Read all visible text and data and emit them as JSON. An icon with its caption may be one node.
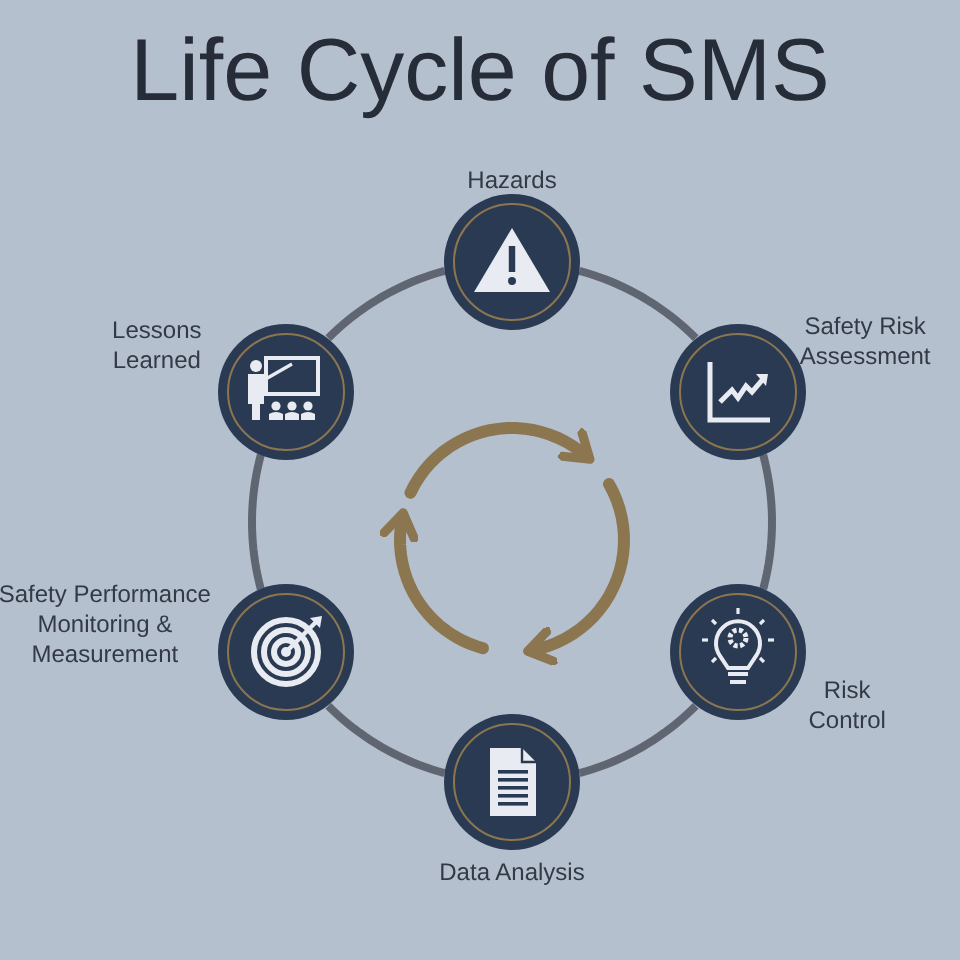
{
  "diagram": {
    "title": "Life Cycle of SMS",
    "nodes": [
      {
        "text": [
          "Hazards"
        ]
      },
      {
        "text": [
          "Safety Risk Assessment"
        ]
      },
      {
        "text": [
          "Risk Control"
        ]
      },
      {
        "text": [
          "Data Analysis"
        ]
      },
      {
        "text": [
          "Safety Performance Monitoring & Measurement"
        ]
      },
      {
        "text": [
          "Lessons Learned"
        ]
      }
    ],
    "edges": [
      {
        "from": 0,
        "to": 1,
        "arrow": "none"
      },
      {
        "from": 1,
        "to": 2,
        "arrow": "none"
      },
      {
        "from": 2,
        "to": 3,
        "arrow": "none"
      },
      {
        "from": 3,
        "to": 4,
        "arrow": "none"
      },
      {
        "from": 4,
        "to": 5,
        "arrow": "none"
      },
      {
        "from": 5,
        "to": 0,
        "arrow": "none"
      }
    ]
  }
}
